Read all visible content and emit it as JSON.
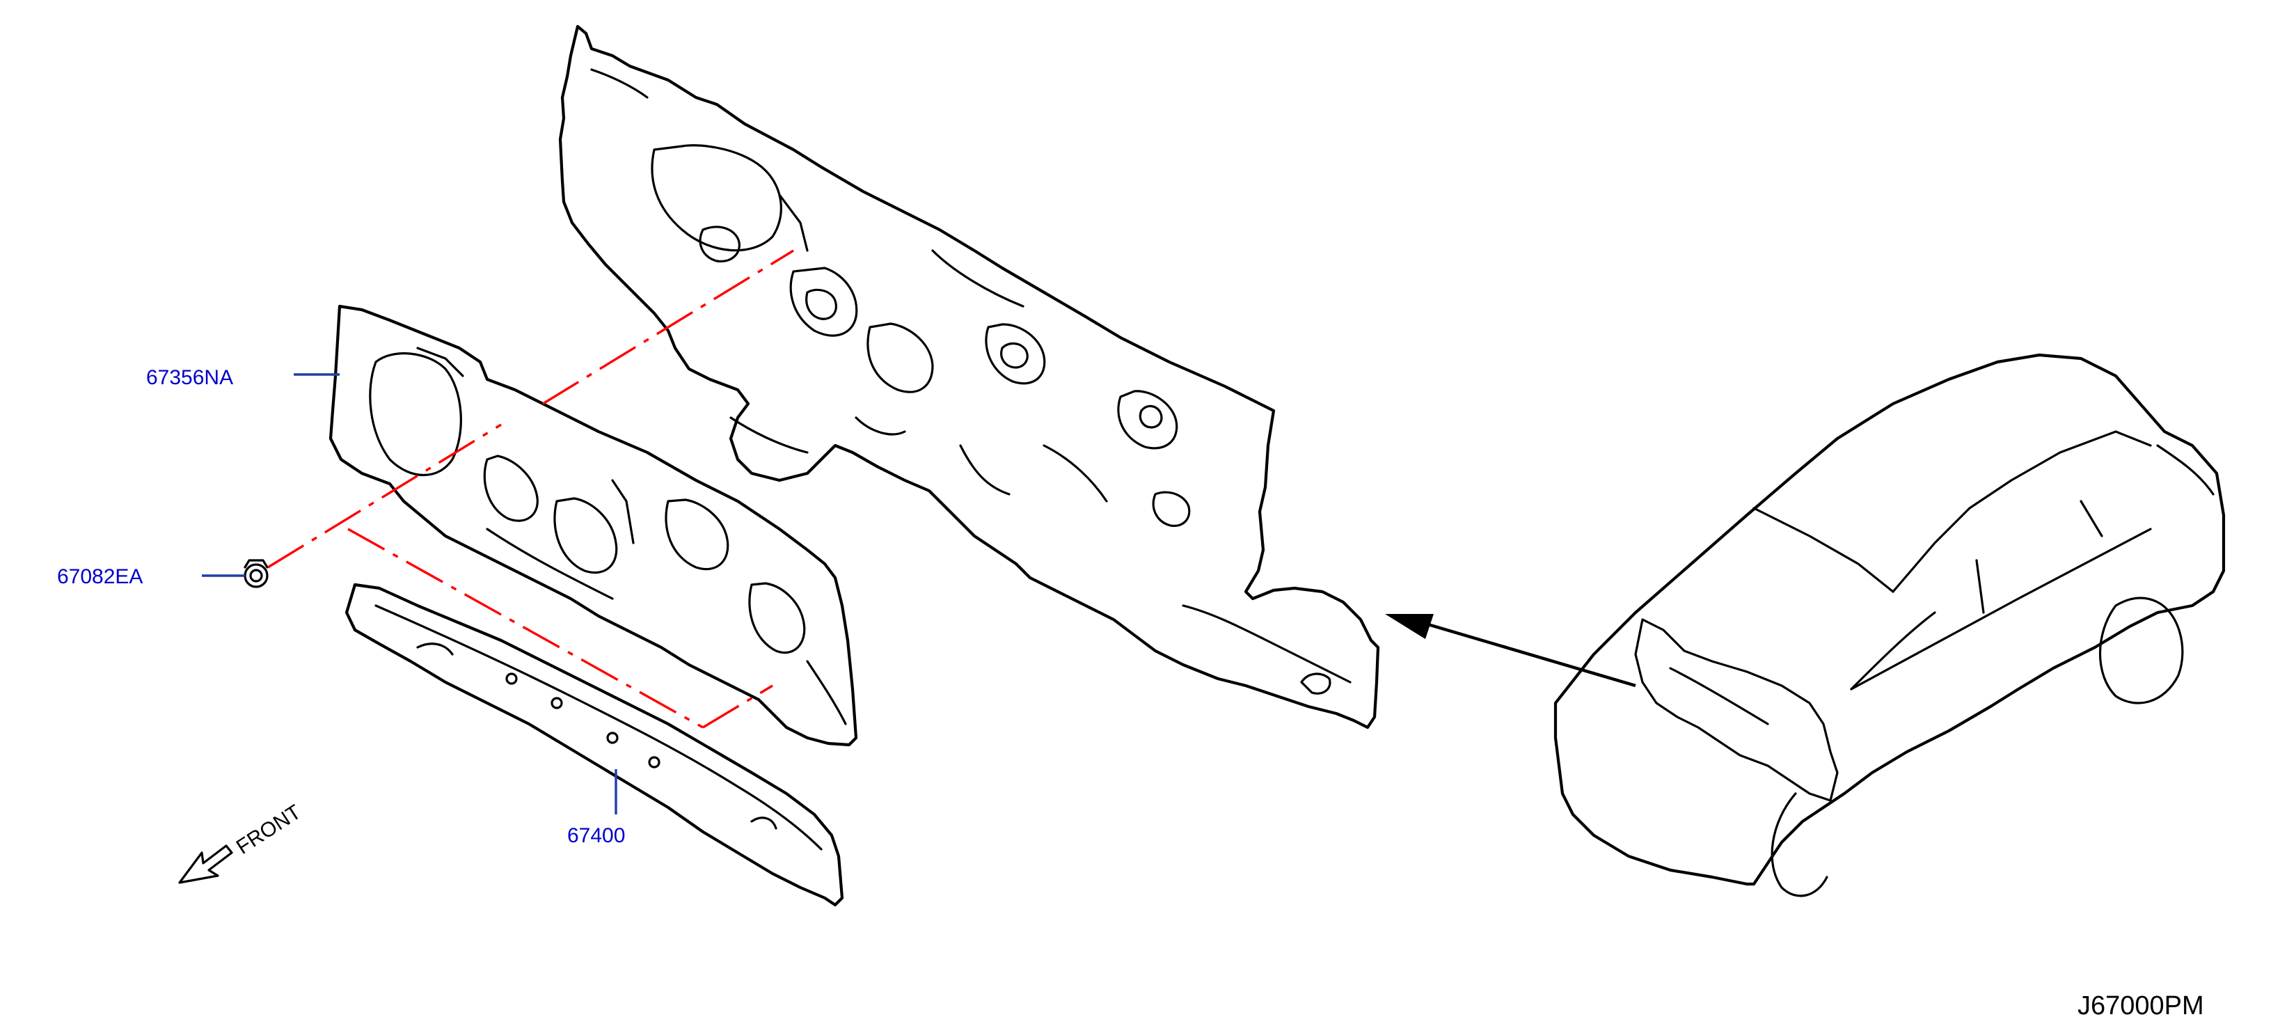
{
  "parts": [
    {
      "part_number": "67356NA"
    },
    {
      "part_number": "67082EA"
    },
    {
      "part_number": "67400"
    }
  ],
  "front_label": "FRONT",
  "diagram_code": "J67000PM",
  "colors": {
    "part_number_text": "#0000cc",
    "leader_line": "#1f3fa6",
    "assembly_line": "#ff0000",
    "line_art": "#000000"
  }
}
